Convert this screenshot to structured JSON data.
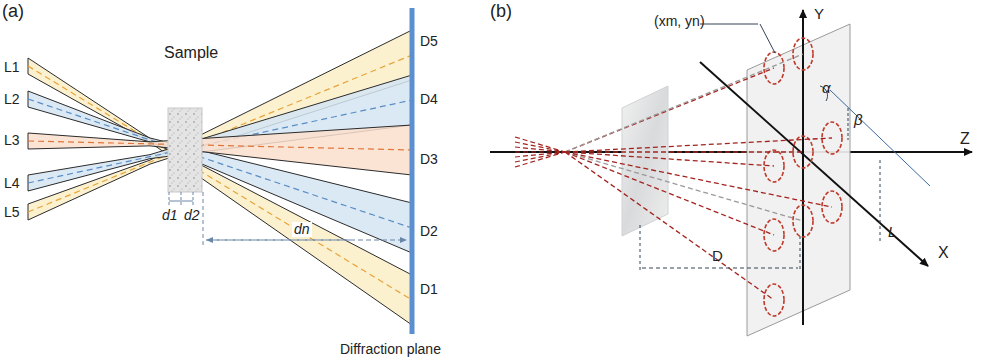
{
  "diagram": {
    "labels": [
      "(a)",
      "L1",
      "L2",
      "L3",
      "L4",
      "L5",
      "Sample",
      "d1",
      "d2",
      "dn",
      "D5",
      "D4",
      "D3",
      "D2",
      "D1",
      "Diffraction plane",
      "(b)",
      "(xm, yn)",
      "Y",
      "α",
      "β",
      "Z",
      "L",
      "X",
      "D"
    ]
  }
}
